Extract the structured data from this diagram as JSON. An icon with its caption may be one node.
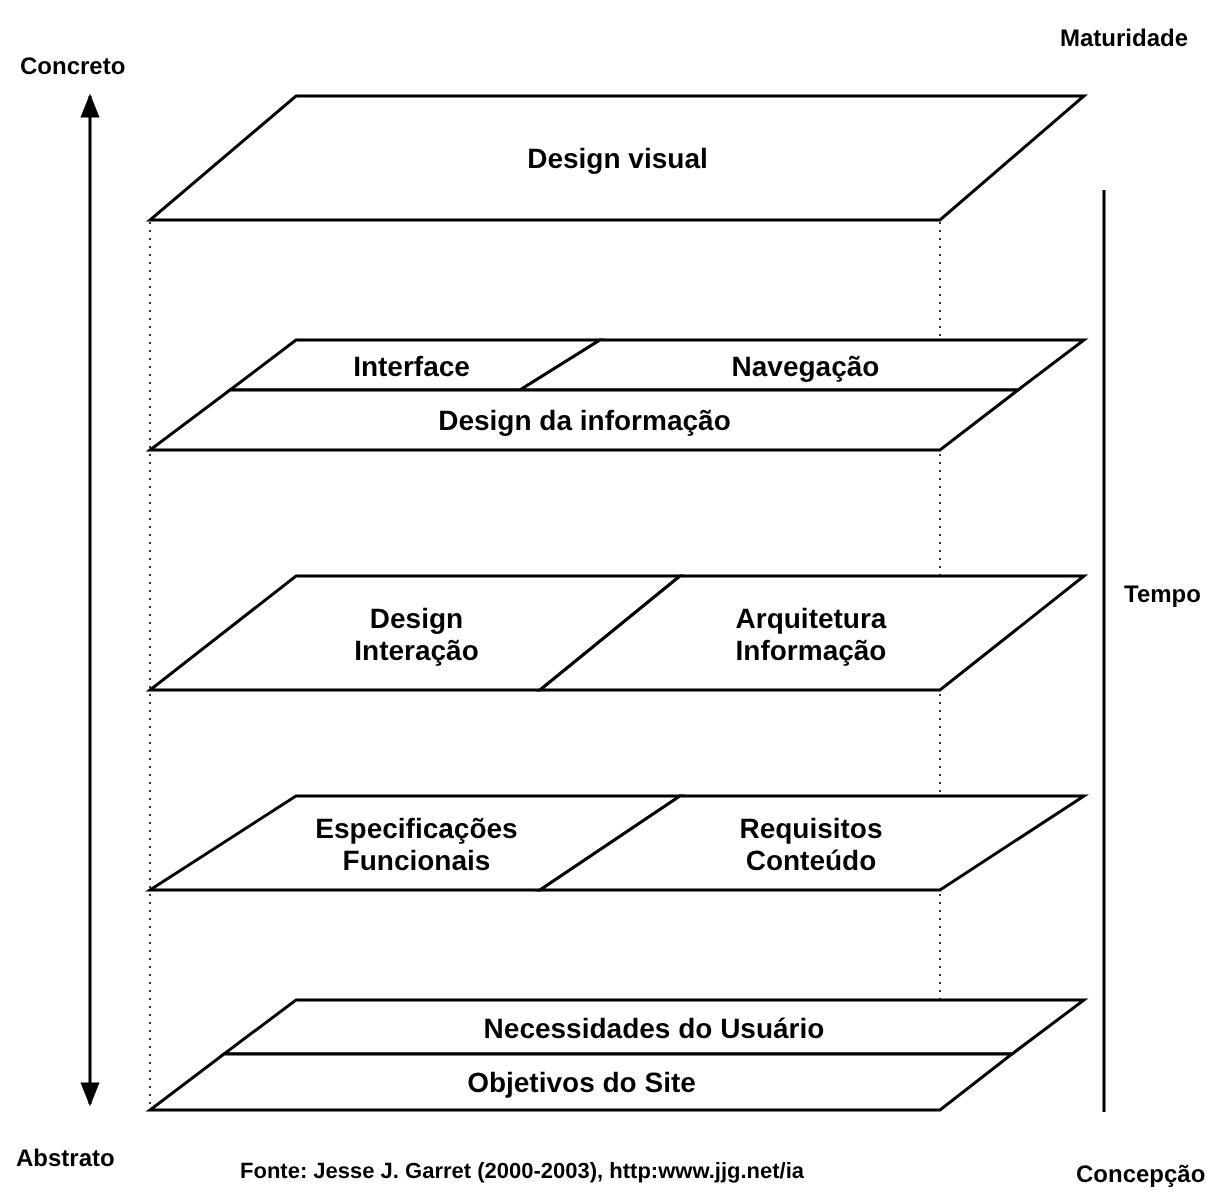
{
  "diagram": {
    "caption": "Fonte: Jesse J. Garret (2000-2003), http:www.jjg.net/ia",
    "nodes": [
      {
        "text": [
          "Design visual"
        ]
      },
      {
        "text": [
          "Interface"
        ]
      },
      {
        "text": [
          "Navegação"
        ]
      },
      {
        "text": [
          "Design da informação"
        ]
      },
      {
        "text": [
          "Design Interação"
        ]
      },
      {
        "text": [
          "Arquitetura Informação"
        ]
      },
      {
        "text": [
          "Especificações Funcionais"
        ]
      },
      {
        "text": [
          "Requisitos Conteúdo"
        ]
      },
      {
        "text": [
          "Necessidades do Usuário"
        ]
      },
      {
        "text": [
          "Objetivos do Site"
        ]
      }
    ],
    "labels": [
      "Concreto",
      "Maturidade",
      "Tempo",
      "Abstrato",
      "Concepção"
    ]
  }
}
